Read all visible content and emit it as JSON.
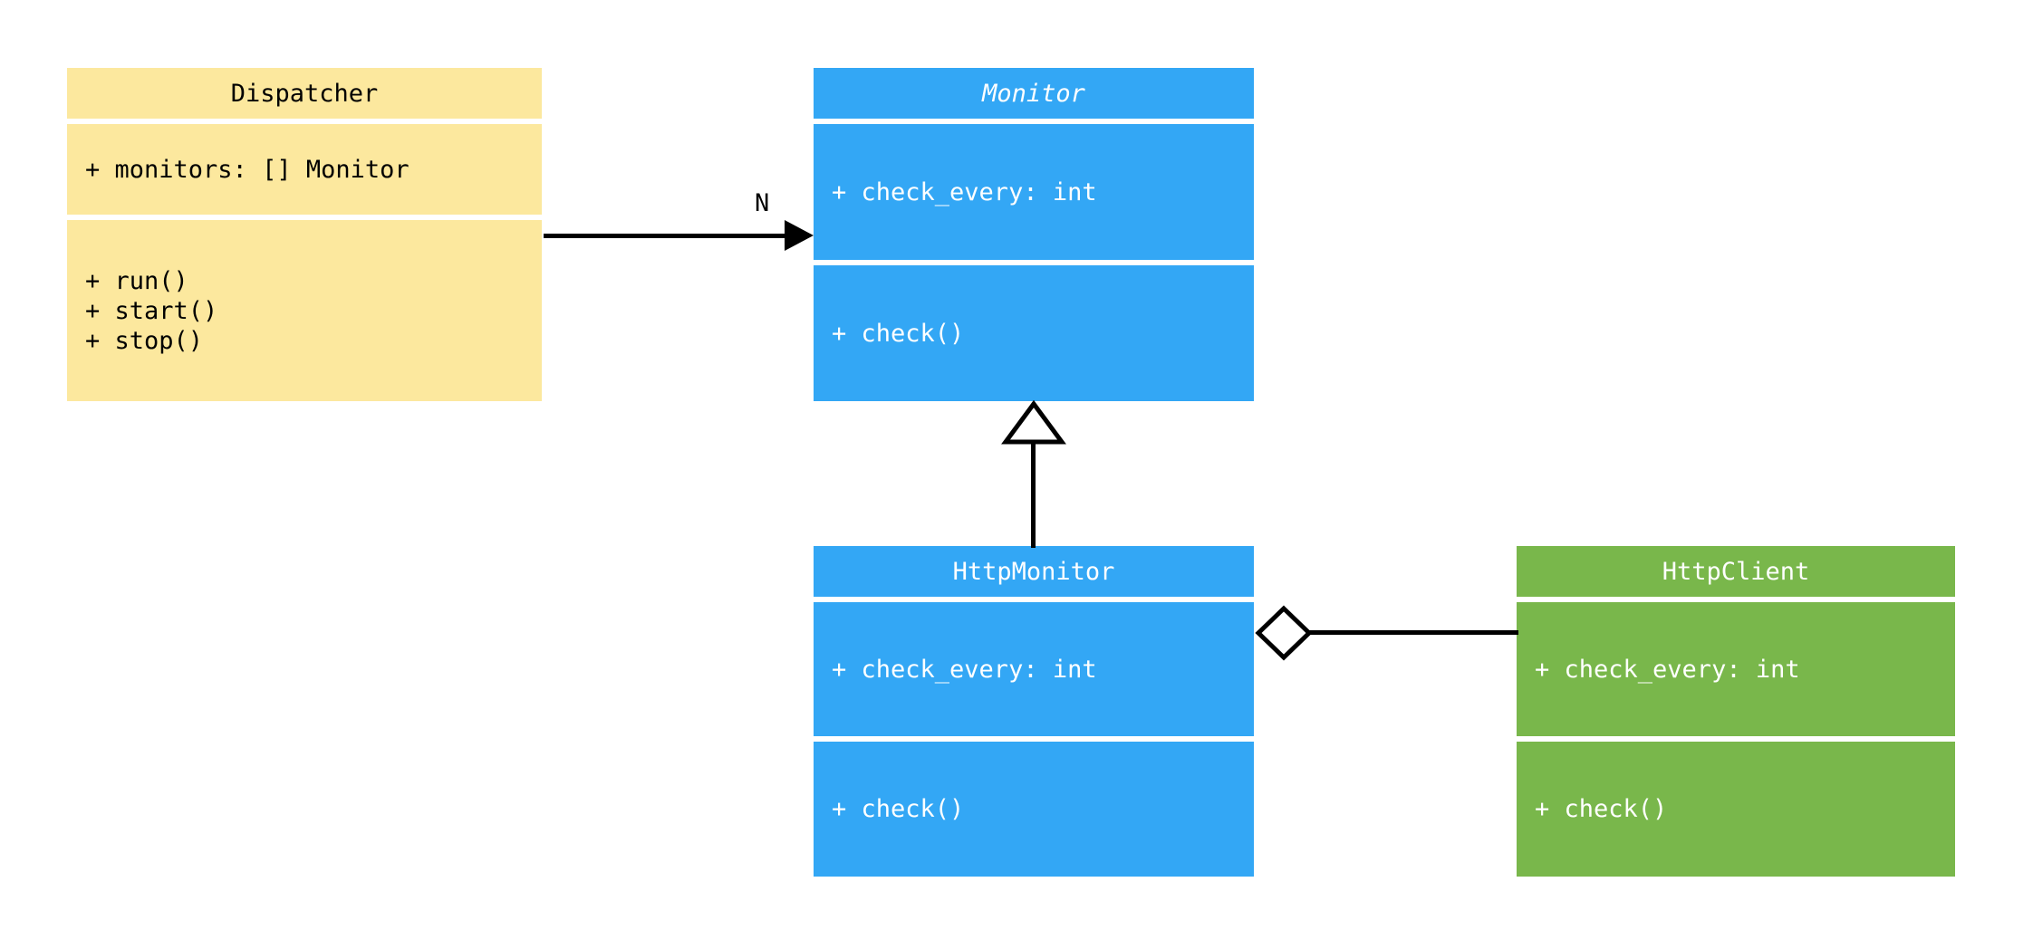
{
  "diagram": {
    "type": "uml-class-diagram",
    "title": "Monitor dispatch UML class diagram",
    "background": "#ffffff"
  },
  "palette": {
    "yellow_fill": "#fce89e",
    "blue_fill": "#33a7f5",
    "green_fill": "#79b74b",
    "dark_ink": "#000000",
    "light_ink": "#ffffff",
    "edge_stroke": "#000000"
  },
  "classes": [
    {
      "id": "dispatcher",
      "name": "Dispatcher",
      "abstract": false,
      "fill": "#fce89e",
      "ink": "#000000",
      "attributes": [
        "+ monitors: [] Monitor"
      ],
      "operations": [
        "+ run()",
        "+ start()",
        "+ stop()"
      ]
    },
    {
      "id": "monitor",
      "name": "Monitor",
      "abstract": true,
      "fill": "#33a7f5",
      "ink": "#ffffff",
      "attributes": [
        "+ check_every: int"
      ],
      "operations": [
        "+ check()"
      ]
    },
    {
      "id": "http_monitor",
      "name": "HttpMonitor",
      "abstract": false,
      "fill": "#33a7f5",
      "ink": "#ffffff",
      "attributes": [
        "+ check_every: int"
      ],
      "operations": [
        "+ check()"
      ]
    },
    {
      "id": "http_client",
      "name": "HttpClient",
      "abstract": false,
      "fill": "#79b74b",
      "ink": "#ffffff",
      "attributes": [
        "+ check_every: int"
      ],
      "operations": [
        "+ check()"
      ]
    }
  ],
  "relationships": [
    {
      "id": "dispatcher-to-monitor",
      "kind": "association",
      "from": "Dispatcher",
      "to": "Monitor",
      "label": "N",
      "arrow": "solid-filled"
    },
    {
      "id": "httpmonitor-to-monitor",
      "kind": "generalization",
      "from": "HttpMonitor",
      "to": "Monitor",
      "label": "",
      "arrow": "hollow-triangle"
    },
    {
      "id": "httpmonitor-to-httpclient",
      "kind": "aggregation",
      "from": "HttpMonitor",
      "to": "HttpClient",
      "label": "",
      "arrow": "hollow-diamond"
    }
  ]
}
